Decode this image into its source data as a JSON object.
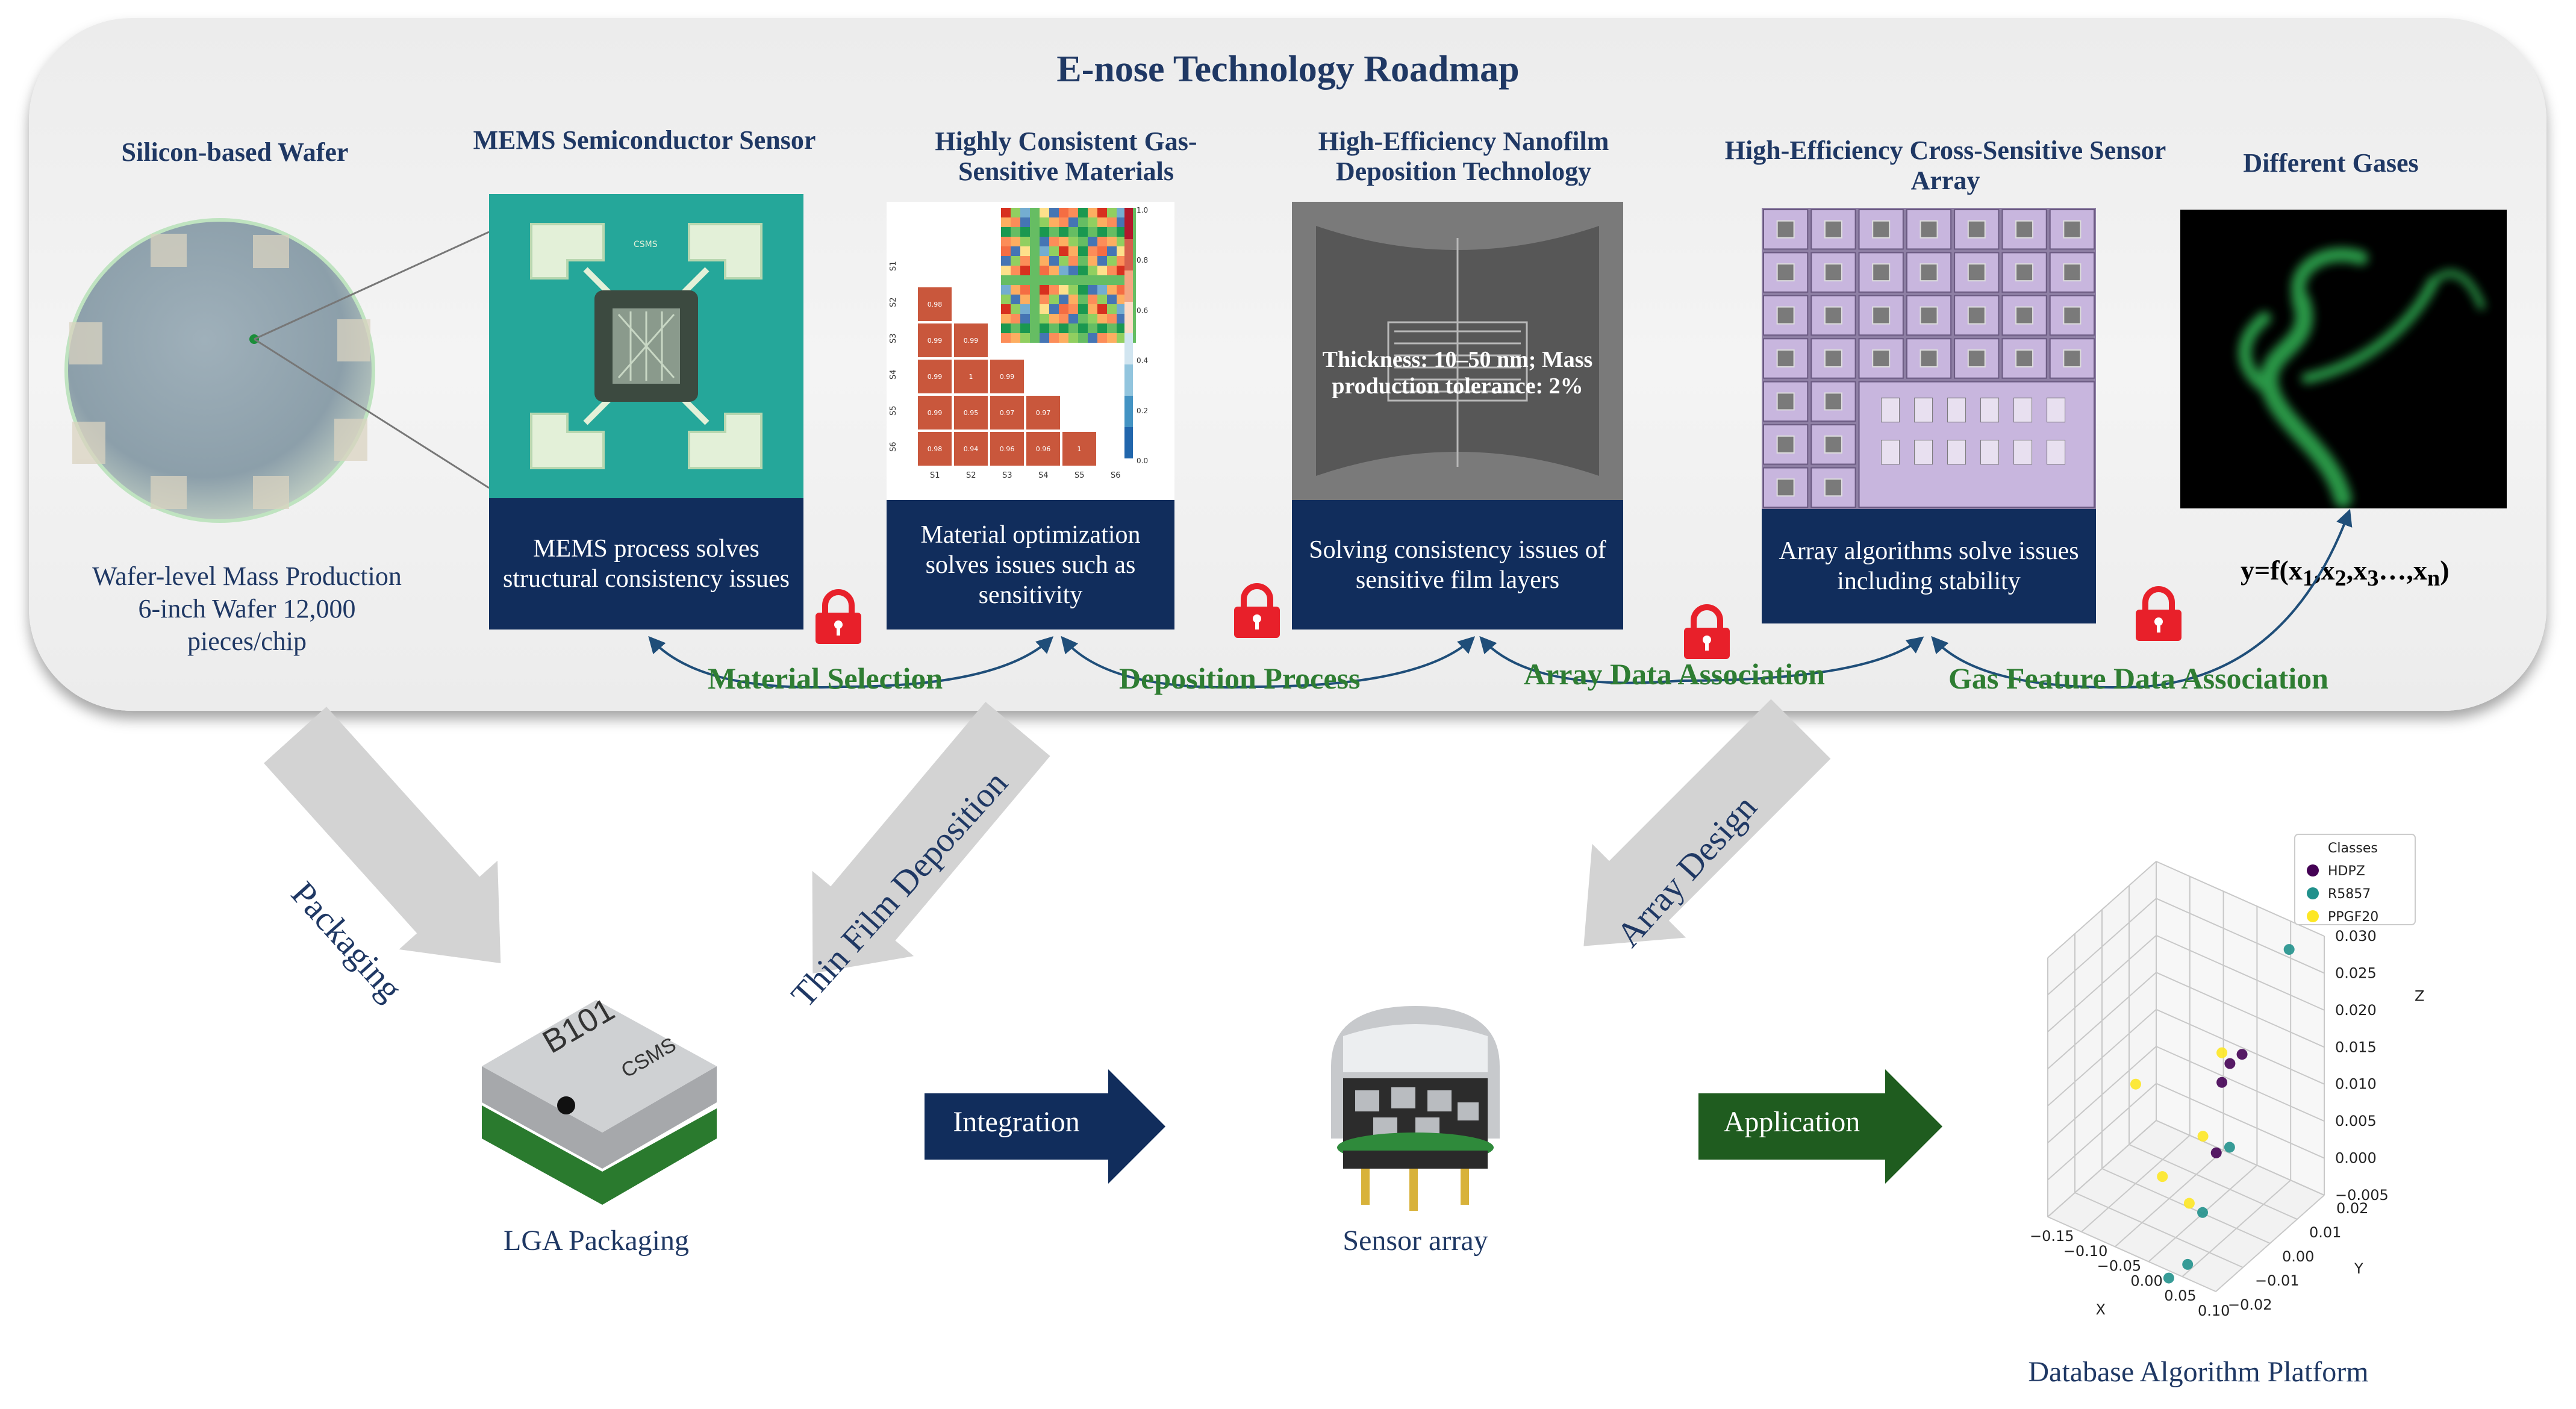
{
  "title": "E-nose Technology Roadmap",
  "columns": {
    "wafer": "Silicon-based Wafer",
    "mems": "MEMS Semiconductor Sensor",
    "materials": "Highly Consistent Gas-Sensitive Materials",
    "nanofilm": "High-Efficiency Nanofilm Deposition Technology",
    "array": "High-Efficiency Cross-Sensitive Sensor Array",
    "gases": "Different Gases"
  },
  "wafer_caption": [
    "Wafer-level Mass Production",
    "6-inch Wafer 12,000",
    "pieces/chip"
  ],
  "mems_chip_mark": "CSMS",
  "boxes": {
    "mems": "MEMS process solves structural consistency issues",
    "materials": "Material optimization solves issues such as sensitivity",
    "nanofilm": "Solving consistency issues of sensitive film layers",
    "array": "Array algorithms solve issues including stability"
  },
  "nanofilm_overlay": [
    "Thickness: 10–50 nm; Mass",
    "production tolerance: 2%"
  ],
  "formula": {
    "prefix": "y=f(x",
    "parts": [
      "1",
      "2",
      "3",
      "n"
    ]
  },
  "heatmap": {
    "rows": [
      "S1",
      "S2",
      "S3",
      "S4",
      "S5",
      "S6"
    ],
    "cols": [
      "S1",
      "S2",
      "S3",
      "S4",
      "S5",
      "S6"
    ],
    "cells": [
      [
        "0.98"
      ],
      [
        "0.99",
        "0.99"
      ],
      [
        "0.99",
        "1",
        "0.99"
      ],
      [
        "0.99",
        "0.95",
        "0.97",
        "0.97"
      ],
      [
        "0.98",
        "0.94",
        "0.96",
        "0.96",
        "1"
      ]
    ],
    "colorbar_ticks": [
      "1.0",
      "0.8",
      "0.6",
      "0.4",
      "0.2",
      "0.0"
    ]
  },
  "links": {
    "material_selection": "Material Selection",
    "deposition_process": "Deposition Process",
    "array_data": "Array Data Association",
    "gas_feature": "Gas Feature Data Association"
  },
  "flows": {
    "packaging": "Packaging",
    "thin_film": "Thin Film Deposition",
    "array_design": "Array Design",
    "integration": "Integration",
    "application": "Application"
  },
  "chip_text": {
    "line1": "B101",
    "line2": "CSMS"
  },
  "bottom_labels": {
    "lga": "LGA Packaging",
    "sensor_array": "Sensor array",
    "database": "Database Algorithm Platform"
  },
  "chart_data": {
    "type": "scatter",
    "dimensions": 3,
    "legend_title": "Classes",
    "legend_position": "top-right",
    "xlabel": "X",
    "ylabel": "Y",
    "zlabel": "Z",
    "xlim": [
      -0.15,
      0.1
    ],
    "ylim": [
      -0.02,
      0.02
    ],
    "zlim": [
      -0.005,
      0.03
    ],
    "x_ticks": [
      "−0.15",
      "−0.10",
      "−0.05",
      "0.00",
      "0.05",
      "0.10"
    ],
    "y_ticks": [
      "−0.02",
      "−0.01",
      "0.00",
      "0.01",
      "0.02"
    ],
    "z_ticks": [
      "0.030",
      "0.025",
      "0.020",
      "0.015",
      "0.010",
      "0.005",
      "0.000",
      "−0.005"
    ],
    "series": [
      {
        "name": "HDPZ",
        "color": "#440154",
        "points": [
          [
            0.02,
            0.0,
            0.004
          ],
          [
            0.0,
            0.01,
            0.012
          ],
          [
            0.01,
            0.012,
            0.013
          ],
          [
            -0.02,
            0.012,
            0.008
          ]
        ]
      },
      {
        "name": "R5857",
        "color": "#21918c",
        "points": [
          [
            0.08,
            0.012,
            0.03
          ],
          [
            0.06,
            -0.005,
            0.008
          ],
          [
            0.04,
            -0.01,
            0.0
          ],
          [
            0.05,
            -0.018,
            -0.004
          ],
          [
            0.03,
            -0.02,
            -0.006
          ]
        ]
      },
      {
        "name": "PPGF20",
        "color": "#fde725",
        "points": [
          [
            -0.12,
            0.005,
            0.006
          ],
          [
            -0.02,
            0.005,
            0.003
          ],
          [
            -0.04,
            -0.005,
            0.0
          ],
          [
            0.0,
            -0.005,
            -0.002
          ],
          [
            -0.02,
            0.012,
            0.012
          ]
        ]
      }
    ]
  },
  "colors": {
    "navy": "#112d5c",
    "green_label": "#2e7d32",
    "lock": "#e8202a",
    "application": "#1f5c1f"
  }
}
